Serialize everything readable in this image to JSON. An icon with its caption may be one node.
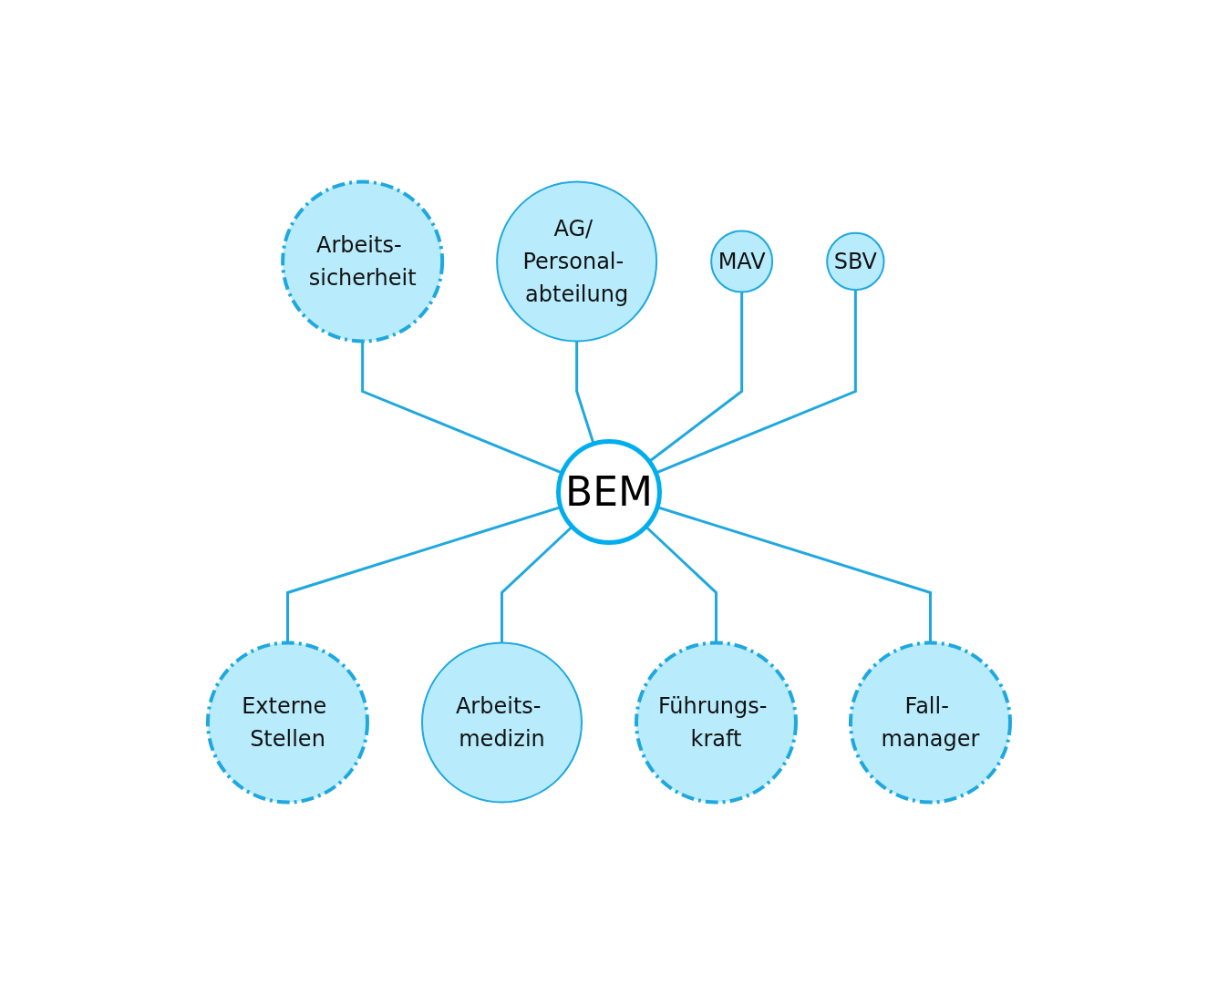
{
  "diagram": {
    "nodes": [
      {
        "text": [
          "Arbeits- sicherheit"
        ]
      },
      {
        "text": [
          "AG/ Personal- abteilung"
        ]
      },
      {
        "text": [
          "MAV"
        ]
      },
      {
        "text": [
          "SBV"
        ]
      },
      {
        "text": [
          "BEM"
        ]
      },
      {
        "text": [
          "Externe Stellen"
        ]
      },
      {
        "text": [
          "Arbeits- medizin"
        ]
      },
      {
        "text": [
          "Führungs- kraft"
        ]
      },
      {
        "text": [
          "Fall- manager"
        ]
      }
    ],
    "edges": [
      {
        "from": 0,
        "to": 4,
        "arrow": "none"
      },
      {
        "from": 1,
        "to": 4,
        "arrow": "none"
      },
      {
        "from": 2,
        "to": 4,
        "arrow": "none"
      },
      {
        "from": 3,
        "to": 4,
        "arrow": "none"
      },
      {
        "from": 4,
        "to": 5,
        "arrow": "none"
      },
      {
        "from": 4,
        "to": 6,
        "arrow": "none"
      },
      {
        "from": 4,
        "to": 7,
        "arrow": "none"
      },
      {
        "from": 4,
        "to": 8,
        "arrow": "none"
      }
    ]
  }
}
